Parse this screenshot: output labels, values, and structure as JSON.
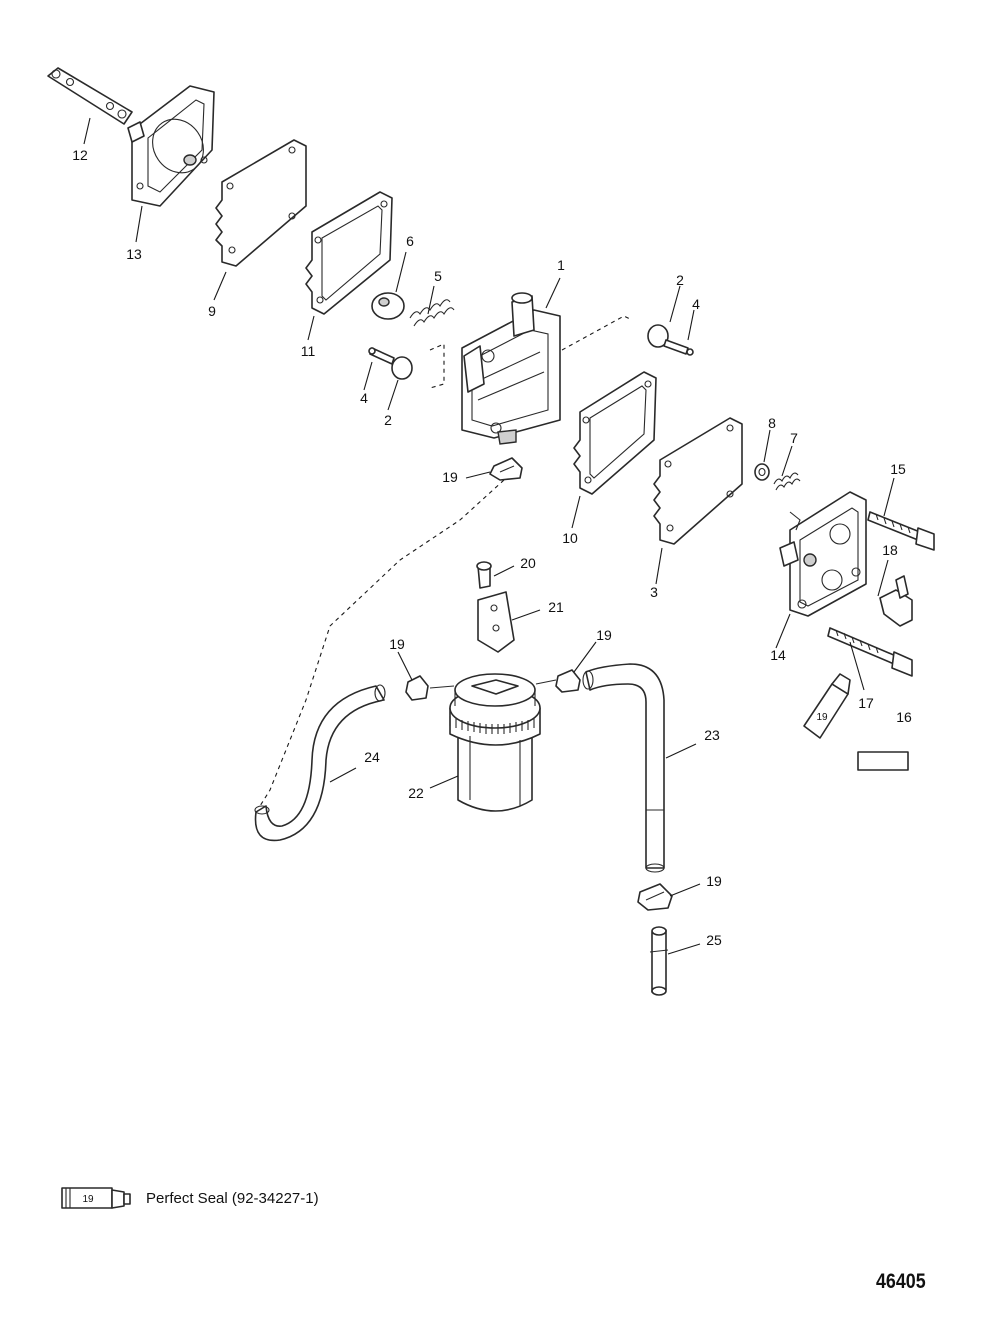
{
  "callouts": [
    {
      "id": "c12",
      "label": "12"
    },
    {
      "id": "c13",
      "label": "13"
    },
    {
      "id": "c9",
      "label": "9"
    },
    {
      "id": "c11",
      "label": "11"
    },
    {
      "id": "c6",
      "label": "6"
    },
    {
      "id": "c5",
      "label": "5"
    },
    {
      "id": "c1",
      "label": "1"
    },
    {
      "id": "c2a",
      "label": "2"
    },
    {
      "id": "c4a",
      "label": "4"
    },
    {
      "id": "c4b",
      "label": "4"
    },
    {
      "id": "c2b",
      "label": "2"
    },
    {
      "id": "c19a",
      "label": "19"
    },
    {
      "id": "c10",
      "label": "10"
    },
    {
      "id": "c3",
      "label": "3"
    },
    {
      "id": "c8",
      "label": "8"
    },
    {
      "id": "c7",
      "label": "7"
    },
    {
      "id": "c15",
      "label": "15"
    },
    {
      "id": "c18",
      "label": "18"
    },
    {
      "id": "c14",
      "label": "14"
    },
    {
      "id": "c17",
      "label": "17"
    },
    {
      "id": "c16",
      "label": "16"
    },
    {
      "id": "c20",
      "label": "20"
    },
    {
      "id": "c21",
      "label": "21"
    },
    {
      "id": "c19b",
      "label": "19"
    },
    {
      "id": "c19c",
      "label": "19"
    },
    {
      "id": "c24",
      "label": "24"
    },
    {
      "id": "c22",
      "label": "22"
    },
    {
      "id": "c23",
      "label": "23"
    },
    {
      "id": "c19d",
      "label": "19"
    },
    {
      "id": "c25",
      "label": "25"
    }
  ],
  "tube_label": "19",
  "legend": {
    "tube_label": "19",
    "text": "Perfect Seal (92-34227-1)"
  },
  "figure_number": "46405"
}
